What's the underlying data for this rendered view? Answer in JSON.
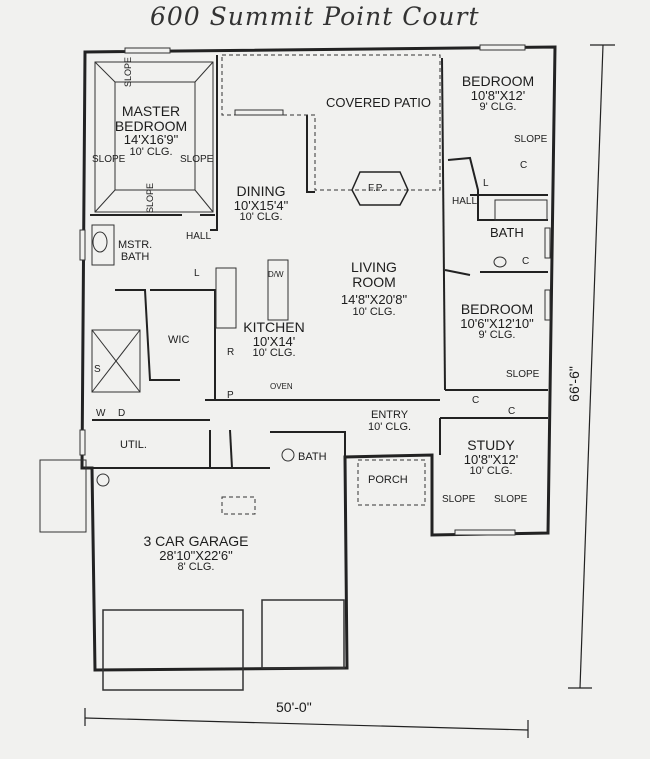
{
  "title": "600 Summit Point Court",
  "rooms": {
    "master": {
      "name": "MASTER",
      "name2": "BEDROOM",
      "size": "14'X16'9\"",
      "ceiling": "10' CLG."
    },
    "bed1": {
      "name": "BEDROOM",
      "size": "10'8\"X12'",
      "ceiling": "9' CLG."
    },
    "patio": {
      "name": "COVERED PATIO"
    },
    "dining": {
      "name": "DINING",
      "size": "10'X15'4\"",
      "ceiling": "10' CLG."
    },
    "living": {
      "name": "LIVING",
      "name2": "ROOM",
      "size": "14'8\"X20'8\"",
      "ceiling": "10' CLG."
    },
    "kitchen": {
      "name": "KITCHEN",
      "size": "10'X14'",
      "ceiling": "10' CLG."
    },
    "bed2": {
      "name": "BEDROOM",
      "size": "10'6\"X12'10\"",
      "ceiling": "9' CLG."
    },
    "mbath": {
      "name": "MSTR.",
      "name2": "BATH"
    },
    "wic": {
      "name": "WIC"
    },
    "util": {
      "name": "UTIL."
    },
    "entry": {
      "name": "ENTRY",
      "ceiling": "10' CLG."
    },
    "study": {
      "name": "STUDY",
      "size": "10'8\"X12'",
      "ceiling": "10' CLG."
    },
    "porch": {
      "name": "PORCH"
    },
    "garage": {
      "name": "3 CAR GARAGE",
      "size": "28'10\"X22'6\"",
      "ceiling": "8' CLG."
    },
    "bath1": {
      "name": "BATH"
    },
    "bath2": {
      "name": "BATH"
    }
  },
  "small": {
    "hall": "HALL",
    "slope": "SLOPE",
    "fp": "F.P.",
    "dw": "D/W",
    "oven": "OVEN",
    "c": "C",
    "l": "L",
    "r": "R",
    "p": "P",
    "s": "S",
    "w": "W",
    "d": "D"
  },
  "dimensions": {
    "width": "50'-0\"",
    "depth": "66'-6\""
  }
}
